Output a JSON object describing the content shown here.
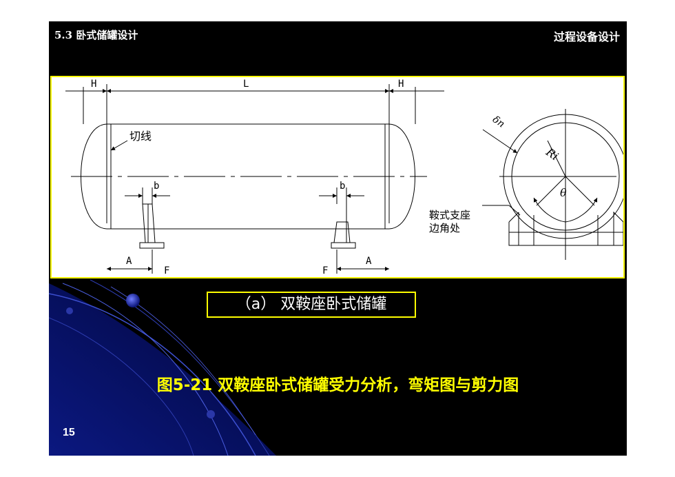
{
  "header": {
    "section": "5.3 卧式储罐设计",
    "course": "过程设备设计"
  },
  "drawing": {
    "dim_H_left": "H",
    "dim_L": "L",
    "dim_H_right": "H",
    "tangent_line": "切线",
    "dim_b_left": "b",
    "dim_b_right": "b",
    "dim_A_left": "A",
    "dim_F_left": "F",
    "dim_F_right": "F",
    "dim_A_right": "A",
    "delta_n": "δn",
    "radius": "Ri",
    "theta": "θ",
    "saddle_corner_line1": "鞍式支座",
    "saddle_corner_line2": "边角处"
  },
  "caption": "（a） 双鞍座卧式储罐",
  "figure_title": "图5-21  双鞍座卧式储罐受力分析，弯矩图与剪力图",
  "page_number": "15",
  "colors": {
    "accent": "#ffff00",
    "background": "#000000",
    "header_text": "#ffffff"
  }
}
